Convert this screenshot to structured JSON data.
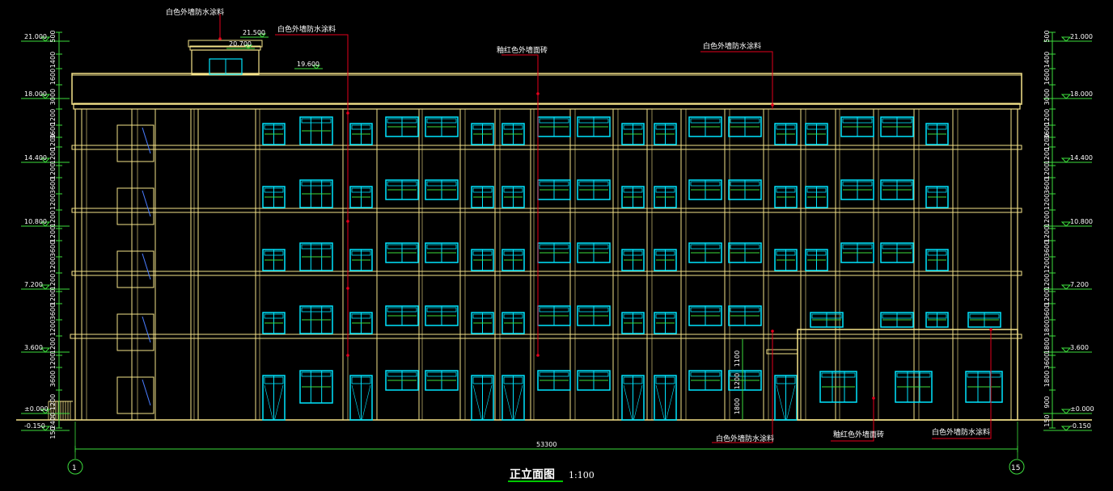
{
  "drawing": {
    "title": "正立面图",
    "scale": "1:100",
    "total_width": "53300",
    "axis_left": "1",
    "axis_right": "15"
  },
  "labels": {
    "white_paint_top": "白色外墙防水涂料",
    "white_paint_top2": "白色外墙防水涂料",
    "white_paint_right": "白色外墙防水涂料",
    "red_tile_top": "釉红色外墙面砖",
    "white_paint_bottom": "白色外墙防水涂料",
    "red_tile_bottom": "釉红色外墙面砖",
    "white_paint_bottom_right": "白色外墙防水涂料"
  },
  "levels_left": [
    "21.000",
    "18.000",
    "14.400",
    "10.800",
    "7.200",
    "3.600",
    "±0.000",
    "-0.150"
  ],
  "levels_right": [
    "21.000",
    "18.000",
    "14.400",
    "10.800",
    "7.200",
    "3.600",
    "±0.000",
    "-0.150"
  ],
  "levels_top": [
    "21.500",
    "20.700",
    "19.600"
  ],
  "dims_left": [
    "500",
    "1400",
    "1600",
    "3000",
    "1200",
    "3600",
    "1200",
    "1200",
    "1200",
    "3600",
    "1200",
    "1200",
    "1200",
    "3600",
    "1200",
    "1200",
    "1200",
    "3600",
    "1200",
    "1200",
    "1200",
    "3600",
    "1200",
    "2400",
    "150"
  ],
  "dims_right": [
    "500",
    "1400",
    "1600",
    "3000",
    "1200",
    "3600",
    "1200",
    "1200",
    "1200",
    "3600",
    "1200",
    "1200",
    "1200",
    "3600",
    "1200",
    "1200",
    "1200",
    "3600",
    "1800",
    "1800",
    "3600",
    "1800",
    "900",
    "150"
  ],
  "dims_mid": [
    "1100",
    "1200",
    "1800"
  ],
  "colors": {
    "outline": "#f5e38a",
    "window": "#00e5ff",
    "leader": "#e3001b",
    "dim": "#3ddc3d",
    "text": "#ffffff"
  }
}
